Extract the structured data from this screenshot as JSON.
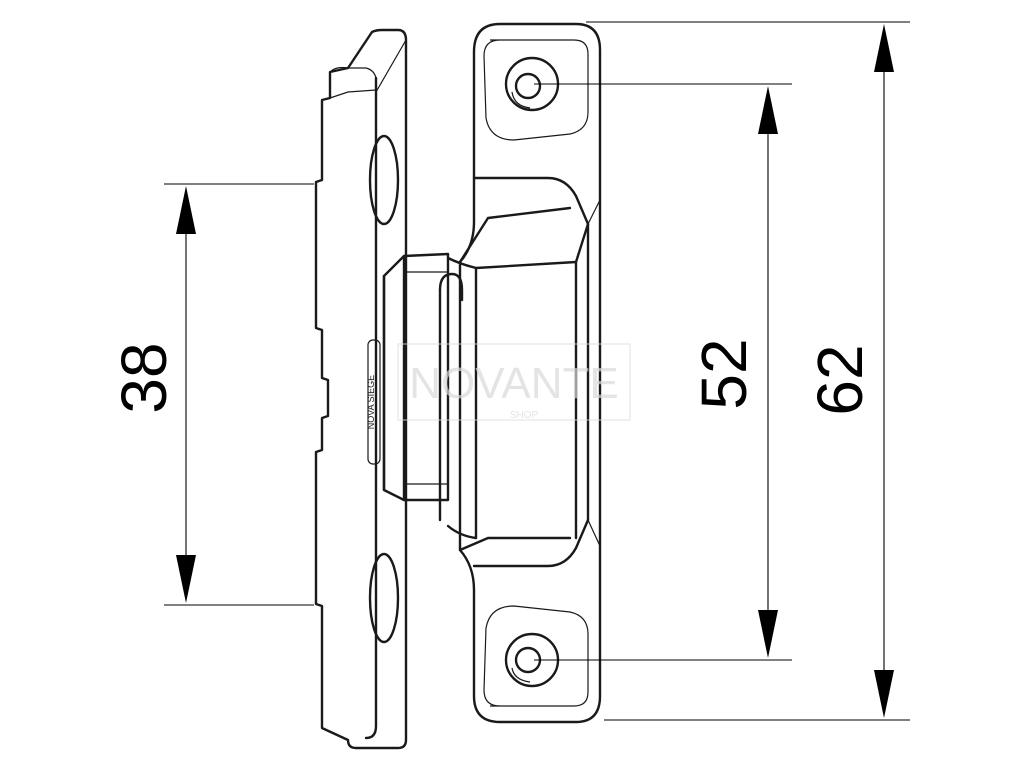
{
  "dimensions": {
    "left_label": "38",
    "middle_label": "52",
    "right_label": "62"
  },
  "watermark": {
    "text": "NOVANTE",
    "subtext": "SHOP"
  }
}
